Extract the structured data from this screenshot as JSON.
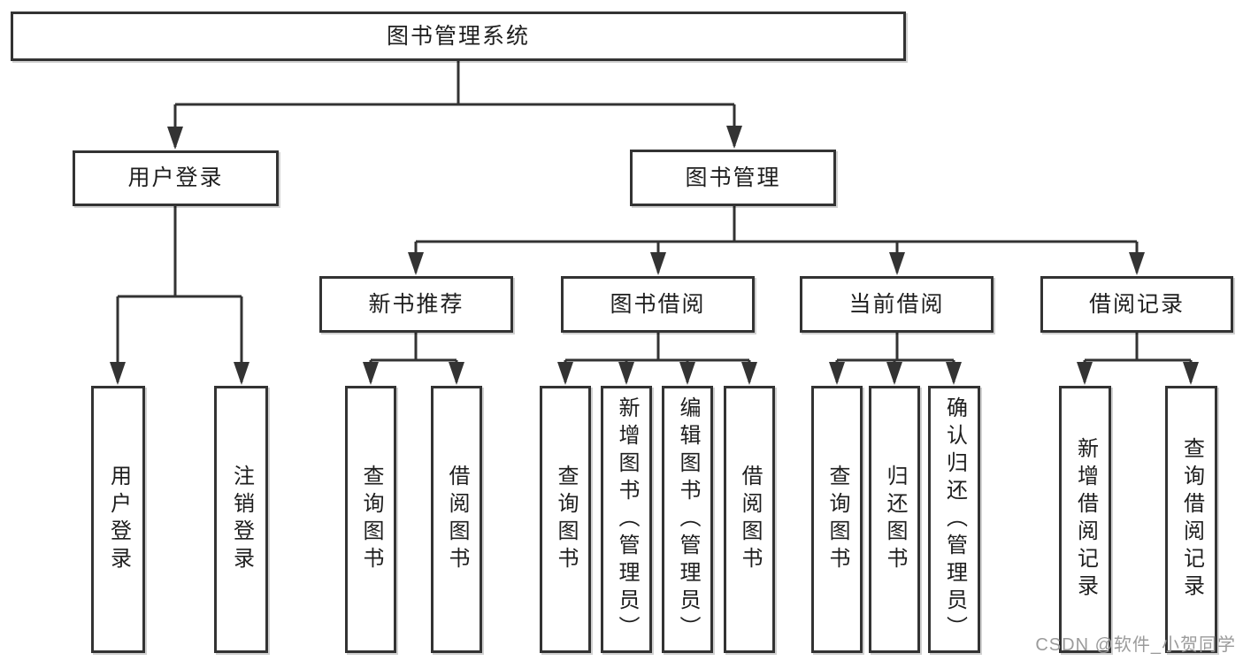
{
  "diagram": {
    "colors": {
      "background": "#ffffff",
      "line": "#333333",
      "box_border": "#333333",
      "text": "#1e1e1e",
      "watermark": "#9b9b9b"
    },
    "tree": {
      "label": "图书管理系统",
      "children": [
        {
          "label": "用户登录",
          "children": [
            {
              "label": "用户登录"
            },
            {
              "label": "注销登录"
            }
          ]
        },
        {
          "label": "图书管理",
          "children": [
            {
              "label": "新书推荐",
              "children": [
                {
                  "label": "查询图书"
                },
                {
                  "label": "借阅图书"
                }
              ]
            },
            {
              "label": "图书借阅",
              "children": [
                {
                  "label": "查询图书"
                },
                {
                  "label": "新增图书（管理员）"
                },
                {
                  "label": "编辑图书（管理员）"
                },
                {
                  "label": "借阅图书"
                }
              ]
            },
            {
              "label": "当前借阅",
              "children": [
                {
                  "label": "查询图书"
                },
                {
                  "label": "归还图书"
                },
                {
                  "label": "确认归还（管理员）"
                }
              ]
            },
            {
              "label": "借阅记录",
              "children": [
                {
                  "label": "新增借阅记录"
                },
                {
                  "label": "查询借阅记录"
                }
              ]
            }
          ]
        }
      ]
    },
    "watermark": {
      "text": "CSDN @软件_小贺同学"
    }
  }
}
